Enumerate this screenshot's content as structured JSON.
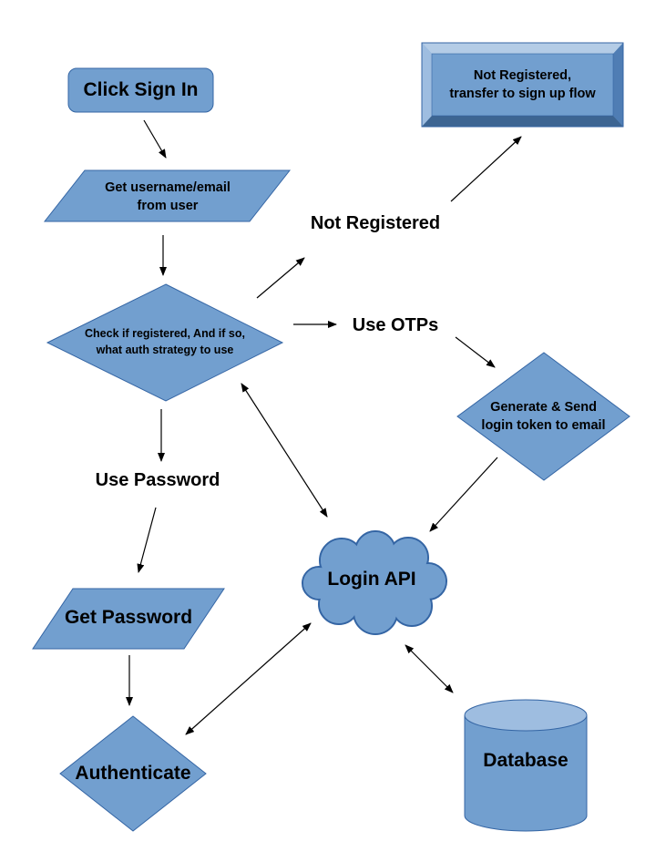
{
  "diagram": {
    "nodes": {
      "click_sign_in": "Click Sign In",
      "get_username": [
        "Get username/email",
        "from user"
      ],
      "check_registered": [
        "Check if registered, And if so,",
        "what auth strategy to use"
      ],
      "not_registered_box": [
        "Not Registered,",
        "transfer to sign up flow"
      ],
      "generate_send": [
        "Generate & Send",
        "login token to email"
      ],
      "login_api": "Login API",
      "get_password": "Get Password",
      "authenticate": "Authenticate",
      "database": "Database"
    },
    "edge_labels": {
      "not_registered": "Not Registered",
      "use_otps": "Use OTPs",
      "use_password": "Use Password"
    },
    "colors": {
      "fill": "#729fcf",
      "stroke": "#3465a4",
      "box_top": "#b4cce6",
      "box_side": "#4f7db4",
      "box_bottom": "#3d6592",
      "db_top": "#9ebde0"
    }
  }
}
